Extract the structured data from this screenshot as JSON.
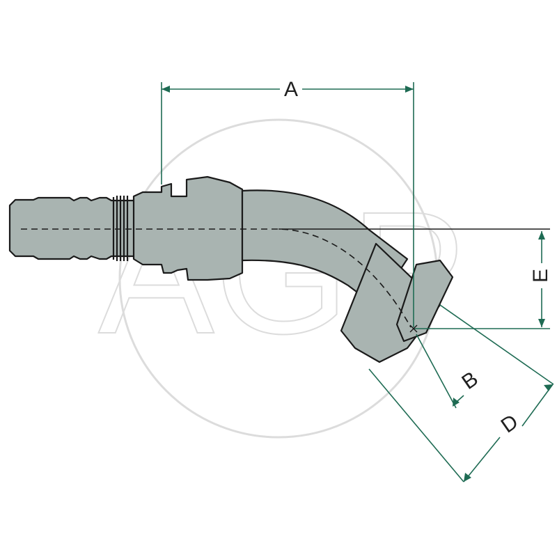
{
  "watermark": {
    "logo_text": "AGP",
    "color": "#dcdcdc"
  },
  "colors": {
    "body_fill": "#a9b4b1",
    "outline": "#1a1a1a",
    "dimension_line": "#1e6b53"
  },
  "dimensions": {
    "a": "A",
    "b": "B",
    "d": "D",
    "e": "E"
  }
}
